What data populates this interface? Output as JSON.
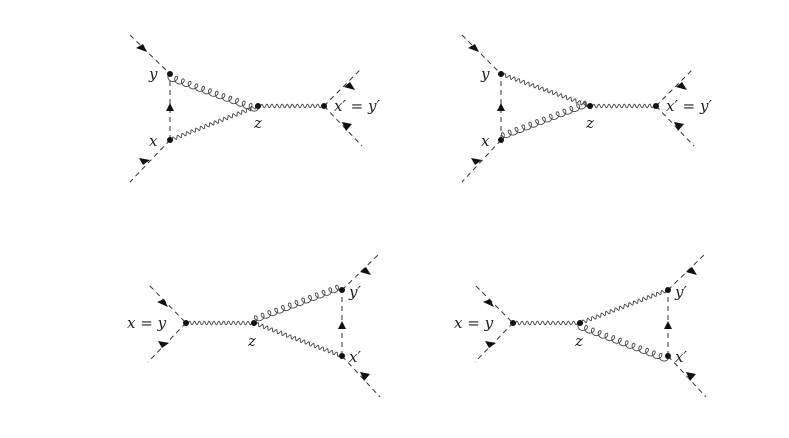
{
  "diagrams": [
    {
      "labels": {
        "y": "y",
        "x": "x",
        "z": "z",
        "right": "x′ = y′"
      }
    },
    {
      "labels": {
        "y": "y",
        "x": "x",
        "z": "z",
        "right": "x′ = y′"
      }
    },
    {
      "labels": {
        "left": "x = y",
        "z": "z",
        "y2": "y′",
        "x2": "x′"
      }
    },
    {
      "labels": {
        "left": "x = y",
        "z": "z",
        "y2": "y′",
        "x2": "x′"
      }
    }
  ]
}
